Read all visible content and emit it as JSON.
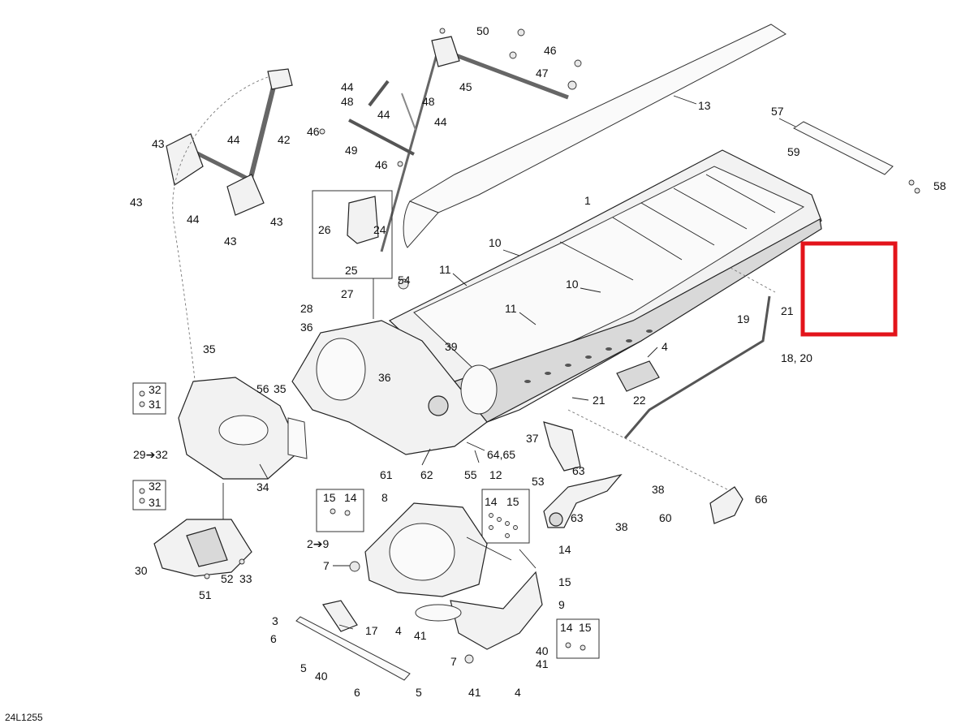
{
  "diagram_code": "24L1255",
  "callouts": {
    "c1": "1",
    "c2_9": "2➔9",
    "c3": "3",
    "c4a": "4",
    "c4b": "4",
    "c4c": "4",
    "c5a": "5",
    "c5b": "5",
    "c6a": "6",
    "c6b": "6",
    "c7a": "7",
    "c7b": "7",
    "c8": "8",
    "c9": "9",
    "c10a": "10",
    "c10b": "10",
    "c11a": "11",
    "c11b": "11",
    "c12": "12",
    "c13": "13",
    "c14a": "14",
    "c14b": "14",
    "c14c": "14",
    "c14d": "14",
    "c15a": "15",
    "c15b": "15",
    "c15c": "15",
    "c15d": "15",
    "c17": "17",
    "c18_20": "18, 20",
    "c19": "19",
    "c21a": "21",
    "c21b": "21",
    "c22": "22",
    "c24": "24",
    "c25": "25",
    "c26": "26",
    "c27": "27",
    "c28": "28",
    "c29_32": "29➔32",
    "c30": "30",
    "c31a": "31",
    "c31b": "31",
    "c32a": "32",
    "c32b": "32",
    "c33": "33",
    "c34": "34",
    "c35a": "35",
    "c35b": "35",
    "c36a": "36",
    "c36b": "36",
    "c37": "37",
    "c38a": "38",
    "c38b": "38",
    "c39": "39",
    "c40a": "40",
    "c40b": "40",
    "c41a": "41",
    "c41b": "41",
    "c41c": "41",
    "c42": "42",
    "c43a": "43",
    "c43b": "43",
    "c43c": "43",
    "c43d": "43",
    "c44a": "44",
    "c44b": "44",
    "c44c": "44",
    "c44d": "44",
    "c44e": "44",
    "c45": "45",
    "c46a": "46",
    "c46b": "46",
    "c46c": "46",
    "c47": "47",
    "c48a": "48",
    "c48b": "48",
    "c49": "49",
    "c50": "50",
    "c51": "51",
    "c52": "52",
    "c53": "53",
    "c54": "54",
    "c55": "55",
    "c56": "56",
    "c57": "57",
    "c58": "58",
    "c59": "59",
    "c60": "60",
    "c61": "61",
    "c62": "62",
    "c63a": "63",
    "c63b": "63",
    "c64_65": "64,65",
    "c66": "66"
  },
  "colors": {
    "highlight": "#e3141b",
    "line": "#222222",
    "part_fill": "#f2f2f2"
  }
}
